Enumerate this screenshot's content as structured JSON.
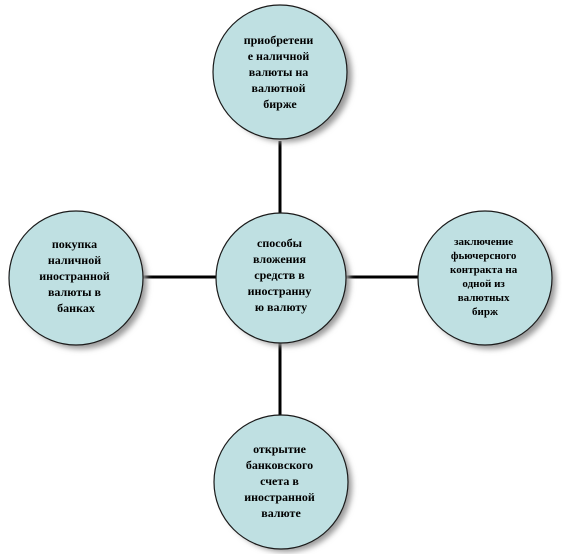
{
  "diagram": {
    "colors": {
      "node_fill": "#bfe0e2",
      "node_stroke": "#1a1a1a",
      "shadow": "#9a9a9a",
      "connector": "#000000"
    },
    "center": {
      "lines": [
        "способы",
        "вложения",
        "средств в",
        "иностранну",
        "ю валюту"
      ]
    },
    "top": {
      "lines": [
        "приобретени",
        "е наличной",
        "валюты на",
        "валютной",
        "бирже"
      ]
    },
    "left": {
      "lines": [
        "покупка",
        "наличной",
        "иностранной",
        "валюты в",
        "банках"
      ]
    },
    "right": {
      "lines": [
        "заключение",
        "фьючерсного",
        "контракта на",
        "одной из",
        "валютных",
        "бирж"
      ]
    },
    "bottom": {
      "lines": [
        "открытие",
        "банковского",
        "счета в",
        "иностранной",
        "валюте"
      ]
    }
  }
}
